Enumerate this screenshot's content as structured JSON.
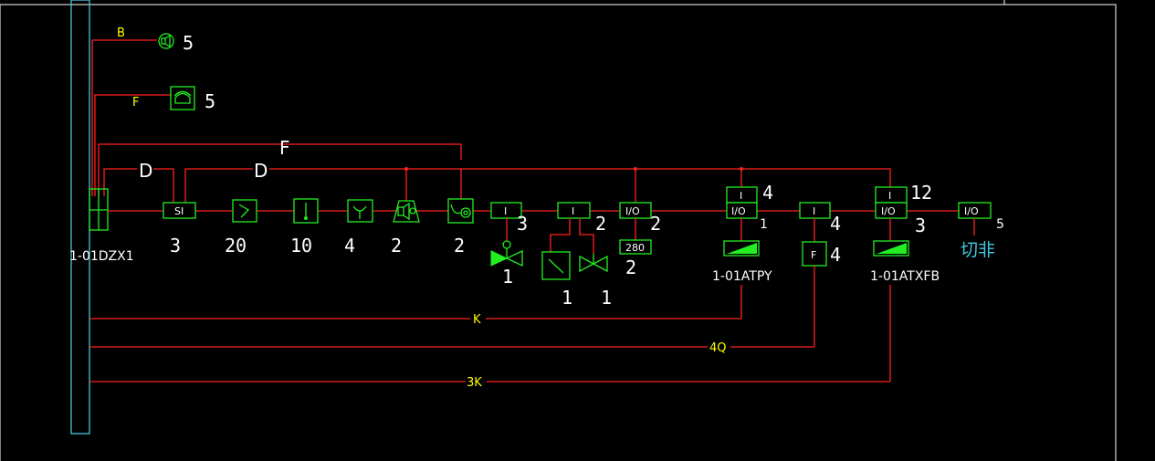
{
  "colors": {
    "background": "#000000",
    "wire": "#ff2020",
    "device": "#22ee22",
    "bus_label": "#ffff00",
    "text": "#ffffff",
    "cyan": "#40c8e0"
  },
  "panel_label": "1-01DZX1",
  "branches": {
    "b_label": "B",
    "b_count": "5",
    "f1_label": "F",
    "f1_count": "5",
    "f2_label": "F",
    "d1_label": "D",
    "d2_label": "D"
  },
  "devices": [
    {
      "icon": "si-module-icon",
      "text": "SI",
      "count": "3"
    },
    {
      "icon": "smoke-detector-icon",
      "count": "20"
    },
    {
      "icon": "heat-detector-icon",
      "count": "10"
    },
    {
      "icon": "manual-call-point-icon",
      "count": "4"
    },
    {
      "icon": "sounder-strobe-icon",
      "count": "2"
    },
    {
      "icon": "alarm-bell-icon",
      "count": "2"
    }
  ],
  "modules": {
    "m1": {
      "text": "I",
      "count": "3",
      "valve_count": "1"
    },
    "m2": {
      "text": "I",
      "count": "2",
      "switch_count": "1",
      "valve_count": "1"
    },
    "m3": {
      "text": "I/O",
      "count": "2",
      "sub_text": "280",
      "sub_count": "2"
    },
    "m4": {
      "top_text": "I",
      "top_count": "4",
      "text": "I/O",
      "count": "1",
      "cabinet_label": "1-01ATPY"
    },
    "m5": {
      "text": "I",
      "count": "4",
      "sub_text": "F",
      "sub_count": "4"
    },
    "m6": {
      "top_text": "I",
      "top_count": "12",
      "text": "I/O",
      "count": "3",
      "cabinet_label": "1-01ATXFB"
    },
    "m7": {
      "text": "I/O",
      "count": "5",
      "note": "切非"
    }
  },
  "buses": {
    "k": "K",
    "q4": "4Q",
    "k3": "3K"
  }
}
